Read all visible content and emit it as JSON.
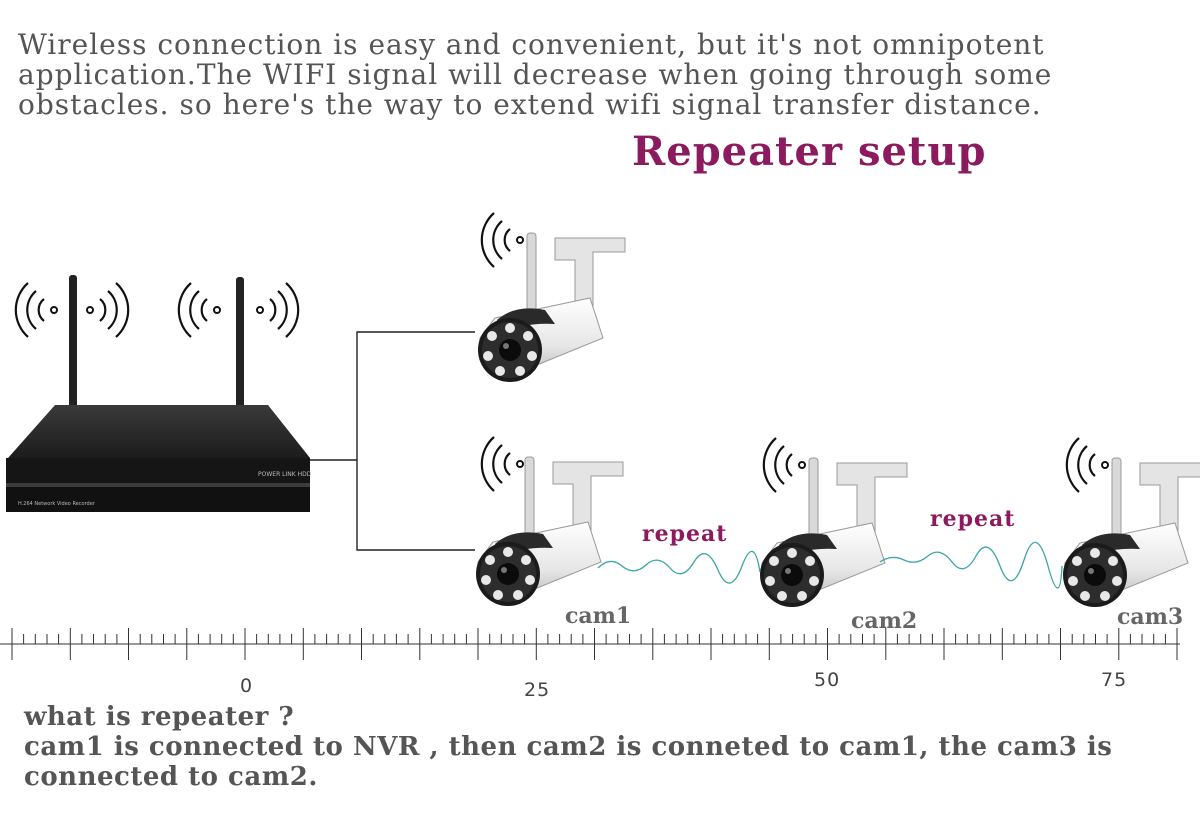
{
  "intro": {
    "line1": "Wireless connection is easy and convenient, but it's not omnipotent",
    "line2": "application.The WIFI signal will decrease when going through some",
    "line3": "obstacles. so here's the way to extend wifi signal transfer distance."
  },
  "title": "Repeater setup",
  "nvr": {
    "front_label_1": "POWER LINK HDD",
    "front_label_2": "H.264 Network Video Recorder"
  },
  "links": {
    "repeat_1": "repeat",
    "repeat_2": "repeat"
  },
  "cameras": {
    "cam1": "cam1",
    "cam2": "cam2",
    "cam3": "cam3"
  },
  "ruler": {
    "t0": "0",
    "t25": "25",
    "t50": "50",
    "t75": "75"
  },
  "footer": {
    "question": "what is repeater ?",
    "line1": "cam1 is connected to NVR , then cam2 is conneted to cam1, the cam3 is",
    "line2": "connected to cam2."
  },
  "colors": {
    "accent": "#8b1a5e",
    "text": "#555555",
    "signal_wave": "#3aa6a6"
  }
}
